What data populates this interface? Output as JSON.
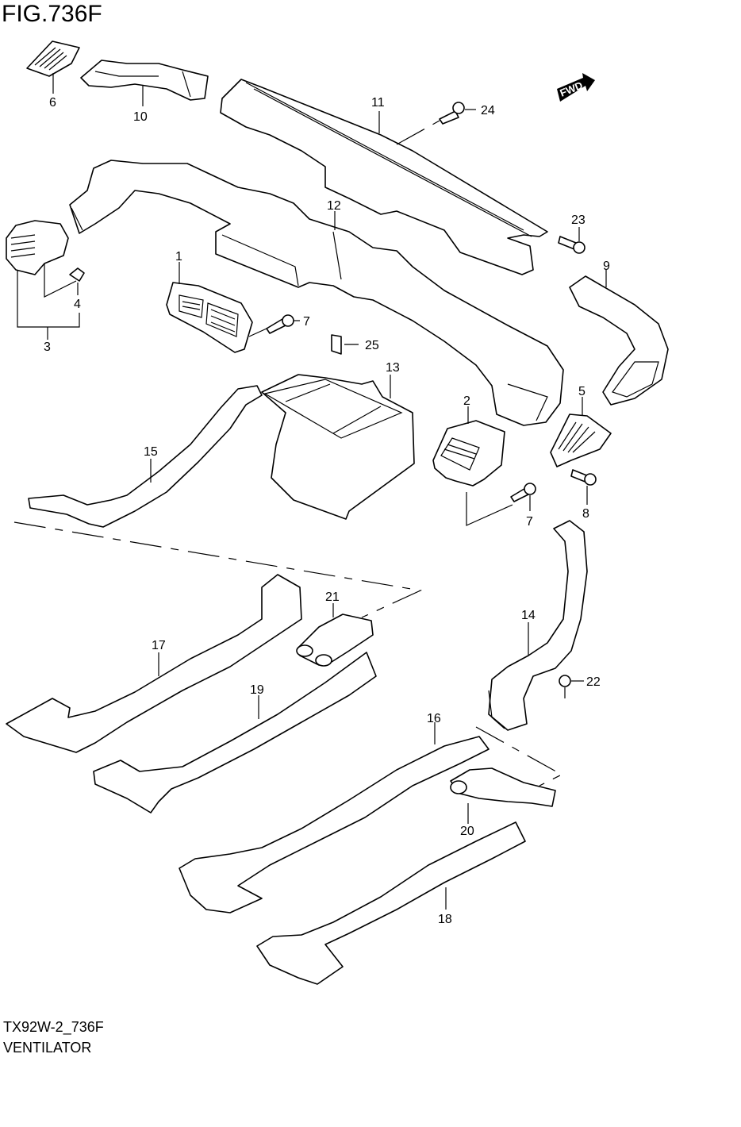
{
  "figure": {
    "title": "FIG.736F",
    "code": "TX92W-2_736F",
    "name": "VENTILATOR",
    "direction_label": "FWD"
  },
  "callouts": [
    "1",
    "2",
    "3",
    "4",
    "5",
    "6",
    "7",
    "7",
    "8",
    "9",
    "10",
    "11",
    "12",
    "13",
    "14",
    "15",
    "16",
    "17",
    "18",
    "19",
    "20",
    "21",
    "22",
    "23",
    "24",
    "25"
  ]
}
